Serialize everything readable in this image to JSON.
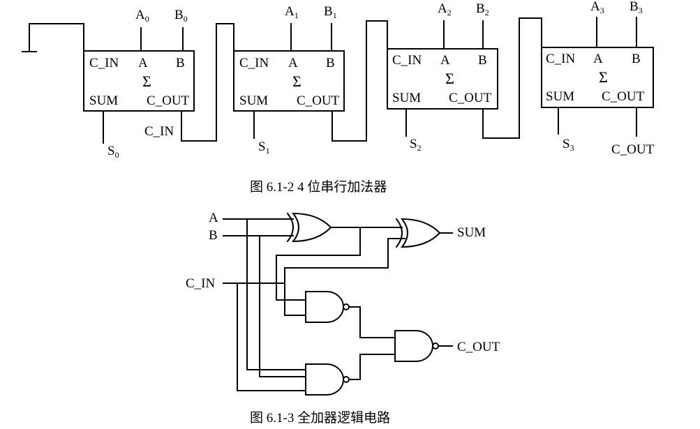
{
  "adder_chain": {
    "blocks": [
      {
        "c_in": "C_IN",
        "a": "A",
        "b": "B",
        "sigma": "Σ",
        "sum": "SUM",
        "c_out": "C_OUT",
        "a_in": "A",
        "a_sub": "0",
        "b_in": "B",
        "b_sub": "0",
        "s_out": "S",
        "s_sub": "0"
      },
      {
        "c_in": "C_IN",
        "a": "A",
        "b": "B",
        "sigma": "Σ",
        "sum": "SUM",
        "c_out": "C_OUT",
        "a_in": "A",
        "a_sub": "1",
        "b_in": "B",
        "b_sub": "1",
        "s_out": "S",
        "s_sub": "1"
      },
      {
        "c_in": "C_IN",
        "a": "A",
        "b": "B",
        "sigma": "Σ",
        "sum": "SUM",
        "c_out": "C_OUT",
        "a_in": "A",
        "a_sub": "2",
        "b_in": "B",
        "b_sub": "2",
        "s_out": "S",
        "s_sub": "2"
      },
      {
        "c_in": "C_IN",
        "a": "A",
        "b": "B",
        "sigma": "Σ",
        "sum": "SUM",
        "c_out": "C_OUT",
        "a_in": "A",
        "a_sub": "3",
        "b_in": "B",
        "b_sub": "3",
        "s_out": "S",
        "s_sub": "3"
      }
    ],
    "carry_link_label": "C_IN",
    "final_carry_label": "C_OUT",
    "caption": "图 6.1-2    4 位串行加法器"
  },
  "full_adder": {
    "input_a": "A",
    "input_b": "B",
    "input_c_in": "C_IN",
    "output_sum": "SUM",
    "output_c_out": "C_OUT",
    "caption": "图 6.1-3    全加器逻辑电路"
  }
}
